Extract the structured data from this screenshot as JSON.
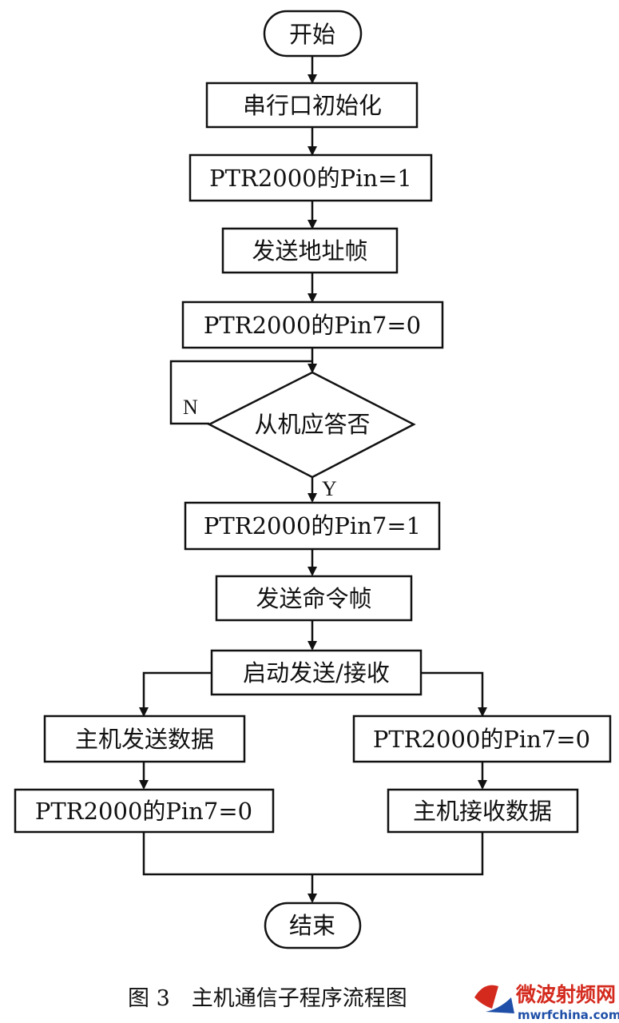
{
  "nodes": {
    "start": "开始",
    "init_serial": "串行口初始化",
    "set_pin": "PTR2000的Pin=1",
    "send_addr": "发送地址帧",
    "pin7_0_a": "PTR2000的Pin7=0",
    "slave_ack": "从机应答否",
    "pin7_1": "PTR2000的Pin7=1",
    "send_cmd": "发送命令帧",
    "start_txrx": "启动发送/接收",
    "host_send": "主机发送数据",
    "pin7_0_left": "PTR2000的Pin7=0",
    "pin7_0_right": "PTR2000的Pin7=0",
    "host_recv": "主机接收数据",
    "end": "结束"
  },
  "labels": {
    "no": "N",
    "yes": "Y"
  },
  "caption": "图 3　主机通信子程序流程图",
  "watermark": {
    "title": "微波射频网",
    "url": "mwrfchina.com",
    "color_red": "#d42a1e",
    "color_blue": "#1f4fa8"
  }
}
